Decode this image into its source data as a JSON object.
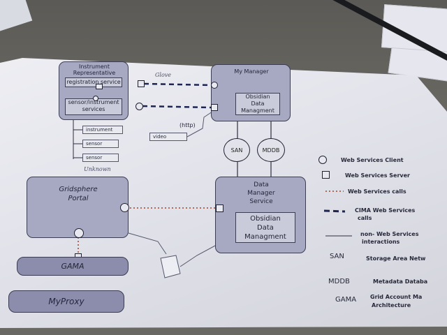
{
  "diagram": {
    "instrument_representative": {
      "title_line1": "Instrument",
      "title_line2": "Representative",
      "registration_service": "registration service",
      "sensor_service_line1": "sensor/instrument",
      "sensor_service_line2": "services",
      "children": [
        "instrument",
        "sensor",
        "sensor"
      ]
    },
    "my_manager": {
      "title": "My Manager",
      "inner_line1": "Obsidian",
      "inner_line2": "Data",
      "inner_line3": "Managment"
    },
    "http_label": "(http)",
    "video_label": "video",
    "handwritten_top": "Glove",
    "handwritten_bottom": "Unknown",
    "san_label": "SAN",
    "mddb_label": "MDDB",
    "data_manager": {
      "title_line1": "Data",
      "title_line2": "Manager",
      "title_line3": "Service",
      "inner_line1": "Obsidian",
      "inner_line2": "Data",
      "inner_line3": "Managment"
    },
    "gridsphere": {
      "title_line1": "Gridsphere",
      "title_line2": "Portal"
    },
    "gama_label": "GAMA",
    "myproxy_label": "MyProxy"
  },
  "legend": {
    "items": [
      {
        "symbol": "circle",
        "text": "Web Services Client"
      },
      {
        "symbol": "square",
        "text": "Web Services Server"
      },
      {
        "symbol": "dotted",
        "text": "Web Services calls"
      },
      {
        "symbol": "dashed",
        "text": "CIMA Web Services",
        "text2": "calls"
      },
      {
        "symbol": "solid",
        "text": "non- Web Services",
        "text2": "interactions"
      }
    ],
    "terms": [
      {
        "term": "SAN",
        "def": "Storage Area Netw"
      },
      {
        "term": "MDDB",
        "def": "Metadata Databa"
      },
      {
        "term": "GAMA",
        "def": "Grid Account Ma",
        "def2": "Architecture"
      }
    ]
  },
  "colors": {
    "box_fill": "#a7a9c3",
    "cima_dashed": "#1d2550",
    "ws_dotted": "#b06a5a"
  }
}
